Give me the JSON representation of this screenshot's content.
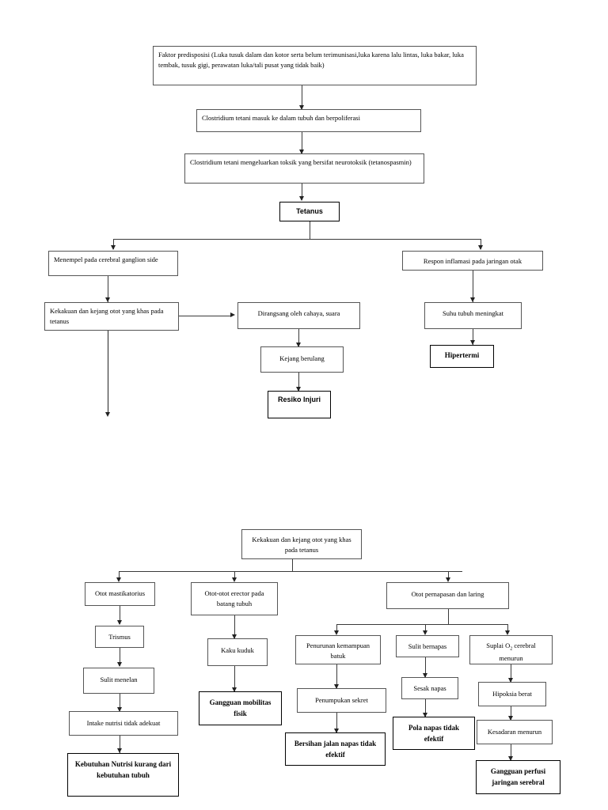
{
  "document": {
    "title": "Pathway / WOC Tetanus",
    "type": "clinical-pathophysiology-flowchart",
    "language": "id"
  },
  "chart_data": {
    "type": "diagram",
    "title": "Pathway Tetanus",
    "nodes": [
      {
        "id": "n1",
        "label": "Faktor predisposisi (Luka tusuk dalam dan kotor serta belum terimunisasi,luka karena lalu lintas, luka bakar, luka tembak, tusuk gigi, perawatan luka/tali pusat yang tidak baik)",
        "style": "plain"
      },
      {
        "id": "n2",
        "label": "Clostridium tetani masuk ke dalam tubuh dan berpoliferasi",
        "style": "plain"
      },
      {
        "id": "n3",
        "label": "Clostridium tetani mengeluarkan toksik yang bersifat neurotoksik (tetanospasmin)",
        "style": "plain"
      },
      {
        "id": "n4",
        "label": "Tetanus",
        "style": "bold"
      },
      {
        "id": "n5",
        "label": "Menempel pada cerebral ganglion side",
        "style": "plain"
      },
      {
        "id": "n6",
        "label": "Respon inflamasi pada jaringan otak",
        "style": "plain"
      },
      {
        "id": "n7",
        "label": "Kekakuan dan kejang otot yang khas pada tetanus",
        "style": "plain"
      },
      {
        "id": "n8",
        "label": "Dirangsang oleh cahaya, suara",
        "style": "plain"
      },
      {
        "id": "n9",
        "label": "Suhu tubuh meningkat",
        "style": "plain"
      },
      {
        "id": "n10",
        "label": "Kejang berulang",
        "style": "plain"
      },
      {
        "id": "n11",
        "label": "Hipertermi",
        "style": "diagnosis"
      },
      {
        "id": "n12",
        "label": "Resiko Injuri",
        "style": "diagnosis"
      },
      {
        "id": "n13",
        "label": "Kekakuan dan kejang otot yang khas pada tetanus",
        "style": "plain"
      },
      {
        "id": "n14",
        "label": "Otot mastikatorius",
        "style": "plain"
      },
      {
        "id": "n15",
        "label": "Otot-otot erector pada batang tubuh",
        "style": "plain"
      },
      {
        "id": "n16",
        "label": "Otot pernapasan dan laring",
        "style": "plain"
      },
      {
        "id": "n17",
        "label": "Trismus",
        "style": "plain"
      },
      {
        "id": "n18",
        "label": "Kaku kuduk",
        "style": "plain"
      },
      {
        "id": "n19",
        "label": "Penurunan kemampuan batuk",
        "style": "plain"
      },
      {
        "id": "n20",
        "label": "Sulit bernapas",
        "style": "plain"
      },
      {
        "id": "n21",
        "label": "Suplai O2 cerebral menurun",
        "style": "plain"
      },
      {
        "id": "n22",
        "label": "Sulit menelan",
        "style": "plain"
      },
      {
        "id": "n23",
        "label": "Gangguan mobilitas fisik",
        "style": "diagnosis"
      },
      {
        "id": "n24",
        "label": "Penumpukan sekret",
        "style": "plain"
      },
      {
        "id": "n25",
        "label": "Sesak napas",
        "style": "plain"
      },
      {
        "id": "n26",
        "label": "Hipoksia berat",
        "style": "plain"
      },
      {
        "id": "n27",
        "label": "Intake nutrisi tidak adekuat",
        "style": "plain"
      },
      {
        "id": "n28",
        "label": "Bersihan jalan napas tidak efektif",
        "style": "diagnosis"
      },
      {
        "id": "n29",
        "label": "Pola napas tidak efektif",
        "style": "diagnosis"
      },
      {
        "id": "n30",
        "label": "Kesadaran menurun",
        "style": "plain"
      },
      {
        "id": "n31",
        "label": "Kebutuhan Nutrisi kurang dari kebutuhan tubuh",
        "style": "diagnosis"
      },
      {
        "id": "n32",
        "label": "Gangguan perfusi jaringan serebral",
        "style": "diagnosis"
      }
    ],
    "edges": [
      {
        "from": "n1",
        "to": "n2"
      },
      {
        "from": "n2",
        "to": "n3"
      },
      {
        "from": "n3",
        "to": "n4"
      },
      {
        "from": "n4",
        "to": "n5"
      },
      {
        "from": "n4",
        "to": "n6"
      },
      {
        "from": "n5",
        "to": "n7"
      },
      {
        "from": "n6",
        "to": "n9"
      },
      {
        "from": "n7",
        "to": "n8"
      },
      {
        "from": "n7",
        "to": "n13"
      },
      {
        "from": "n8",
        "to": "n10"
      },
      {
        "from": "n9",
        "to": "n11"
      },
      {
        "from": "n10",
        "to": "n12"
      },
      {
        "from": "n13",
        "to": "n14"
      },
      {
        "from": "n13",
        "to": "n15"
      },
      {
        "from": "n13",
        "to": "n16"
      },
      {
        "from": "n14",
        "to": "n17"
      },
      {
        "from": "n15",
        "to": "n18"
      },
      {
        "from": "n16",
        "to": "n19"
      },
      {
        "from": "n16",
        "to": "n20"
      },
      {
        "from": "n16",
        "to": "n21"
      },
      {
        "from": "n17",
        "to": "n22"
      },
      {
        "from": "n18",
        "to": "n23"
      },
      {
        "from": "n19",
        "to": "n24"
      },
      {
        "from": "n20",
        "to": "n25"
      },
      {
        "from": "n21",
        "to": "n26"
      },
      {
        "from": "n22",
        "to": "n27"
      },
      {
        "from": "n24",
        "to": "n28"
      },
      {
        "from": "n25",
        "to": "n29"
      },
      {
        "from": "n26",
        "to": "n30"
      },
      {
        "from": "n27",
        "to": "n31"
      },
      {
        "from": "n30",
        "to": "n32"
      }
    ],
    "colors": {
      "box_border": "#555555",
      "diagnosis_border": "#000000",
      "connector": "#3a3a3a",
      "background": "#ffffff",
      "text": "#000000"
    }
  }
}
